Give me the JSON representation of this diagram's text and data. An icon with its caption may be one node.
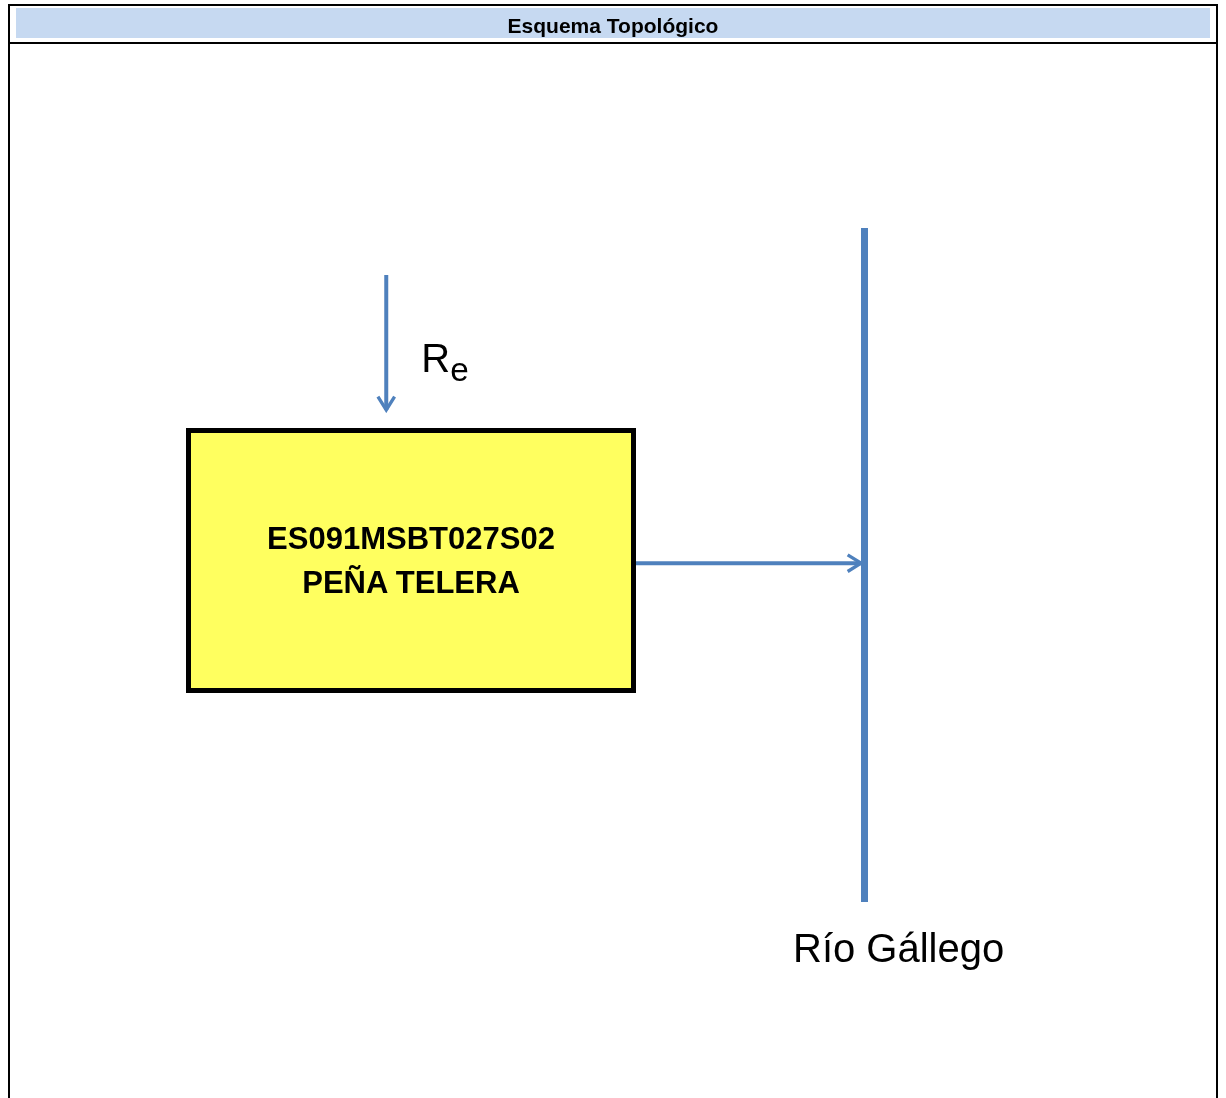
{
  "diagram": {
    "title": "Esquema Topológico",
    "nodes": [
      {
        "text": [
          "ES091MSBT027S02 PEÑA TELERA"
        ]
      },
      {
        "text": [],
        "shape": "bar",
        "beside": [
          "Río Gállego"
        ]
      }
    ],
    "edges": [
      {
        "from": null,
        "to": 0,
        "arrow": "to",
        "label": "R$_{e}$"
      },
      {
        "from": 0,
        "to": 1,
        "arrow": "to"
      }
    ]
  }
}
